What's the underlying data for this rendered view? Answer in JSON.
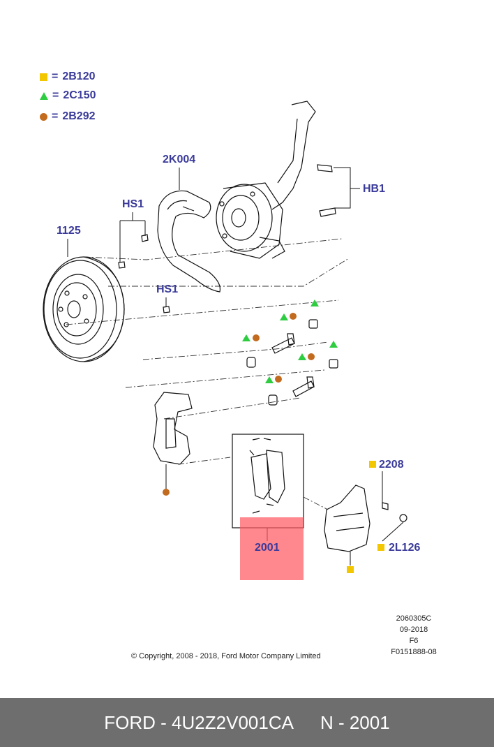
{
  "legend": [
    {
      "symbol": "square",
      "color": "#f2c700",
      "eq": "=",
      "code": "2B120"
    },
    {
      "symbol": "triangle",
      "color": "#2ecc40",
      "eq": "=",
      "code": "2C150"
    },
    {
      "symbol": "circle",
      "color": "#c26a1e",
      "eq": "=",
      "code": "2B292"
    }
  ],
  "labels": {
    "l2k004": "2K004",
    "hs1_top": "HS1",
    "hs1_bottom": "HS1",
    "l1125": "1125",
    "hb1": "HB1",
    "l2208": "2208",
    "l2l126": "2L126",
    "l2001": "2001"
  },
  "reference": {
    "line1": "2060305C",
    "line2": "09-2018",
    "line3": "F6",
    "line4": "F0151888-08"
  },
  "copyright": "© Copyright, 2008 - 2018, Ford Motor Company Limited",
  "footer": {
    "left": "FORD - 4U2Z2V001CA",
    "right": "N - 2001"
  },
  "colors": {
    "label_text": "#3a3a9a",
    "highlight": "#ff5a64",
    "footer_bg": "#6e6e6e"
  }
}
